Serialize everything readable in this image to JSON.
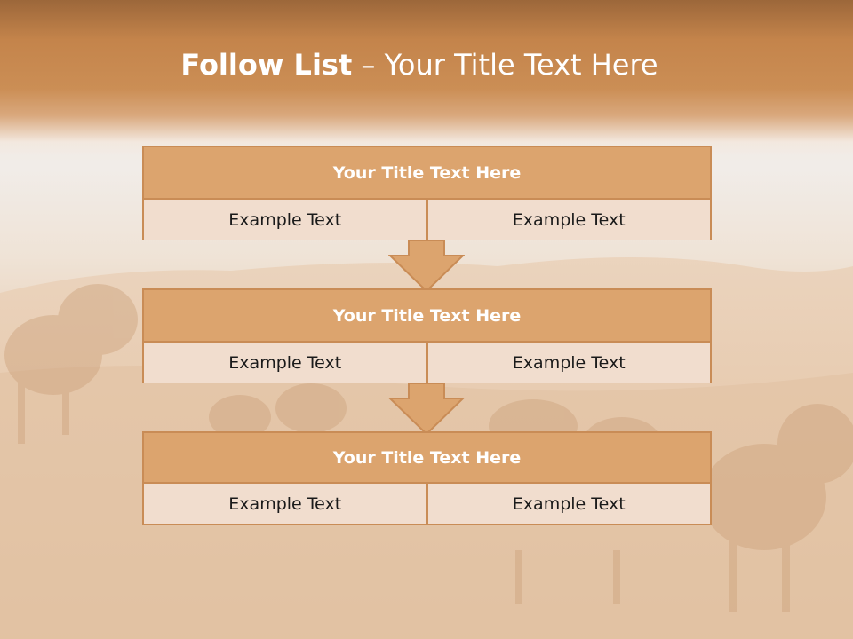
{
  "slide": {
    "title_bold": "Follow List",
    "title_rest": " – Your Title Text Here"
  },
  "colors": {
    "header_brown": "#c4844b",
    "box_header": "#dca46e",
    "box_border": "#c98c56",
    "box_cell": "#f1ddce"
  },
  "steps": [
    {
      "title": "Your Title Text Here",
      "left": "Example Text",
      "right": "Example Text"
    },
    {
      "title": "Your Title Text Here",
      "left": "Example Text",
      "right": "Example Text"
    },
    {
      "title": "Your Title Text Here",
      "left": "Example Text",
      "right": "Example Text"
    }
  ],
  "background": {
    "picture": "desert-camel-caravan"
  }
}
